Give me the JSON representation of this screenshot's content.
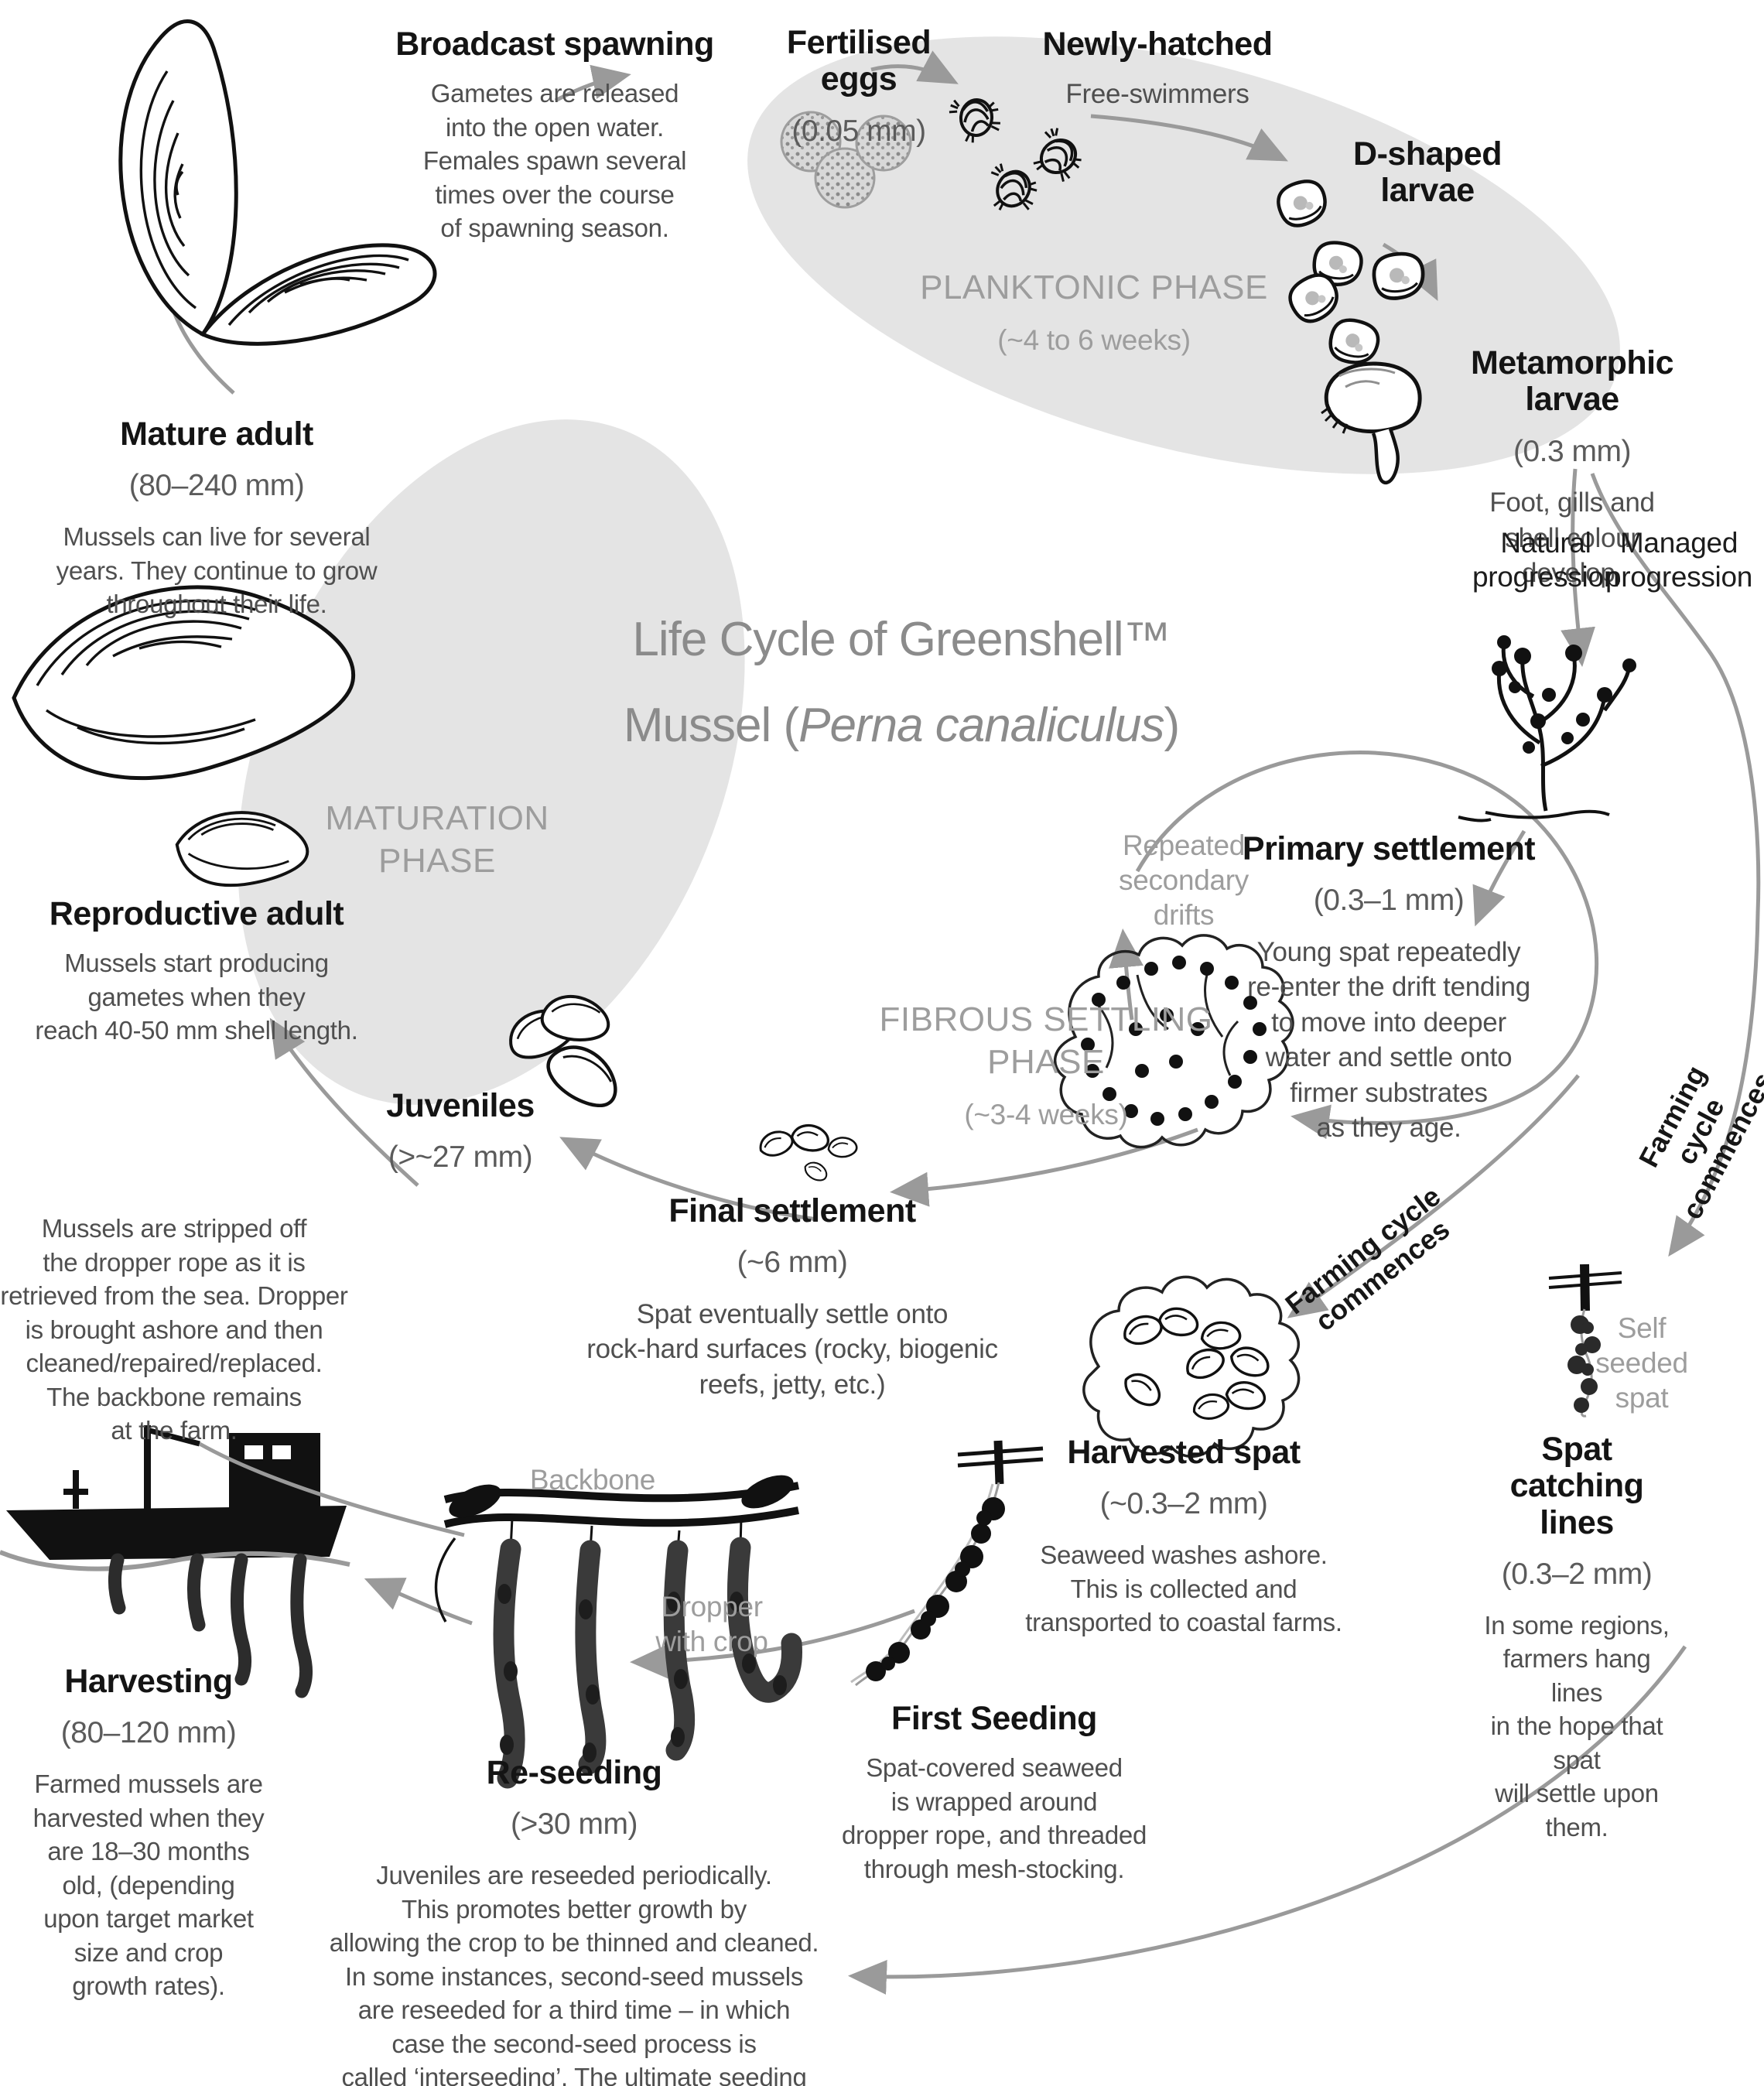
{
  "title": {
    "line1": "Life Cycle of Greenshell™",
    "line2_prefix": "Mussel (",
    "species": "Perna canaliculus",
    "line2_suffix": ")"
  },
  "phases": {
    "planktonic": {
      "label": "PLANKTONIC PHASE",
      "duration": "(~4 to 6 weeks)"
    },
    "maturation": {
      "label": "MATURATION\nPHASE"
    },
    "fibrous_settling": {
      "label": "FIBROUS SETTLING\nPHASE",
      "duration": "(~3-4 weeks)"
    }
  },
  "stages": {
    "broadcast_spawning": {
      "title": "Broadcast spawning",
      "body": "Gametes are released\ninto the open water.\nFemales spawn several\ntimes over the course\nof spawning season."
    },
    "fertilised_eggs": {
      "title": "Fertilised\neggs",
      "size": "(0.05 mm)"
    },
    "newly_hatched": {
      "title": "Newly-hatched",
      "subtitle": "Free-swimmers"
    },
    "d_shaped_larvae": {
      "title": "D-shaped\nlarvae"
    },
    "metamorphic_larvae": {
      "title": "Metamorphic larvae",
      "size": "(0.3 mm)",
      "body": "Foot, gills and\nshell colour develop."
    },
    "mature_adult": {
      "title": "Mature adult",
      "size": "(80–240 mm)",
      "body": "Mussels can live for several\nyears. They continue to grow\nthroughout their life."
    },
    "reproductive_adult": {
      "title": "Reproductive adult",
      "body": "Mussels start producing\ngametes when they\nreach 40-50 mm shell length."
    },
    "juveniles": {
      "title": "Juveniles",
      "size": "(>~27 mm)"
    },
    "primary_settlement": {
      "title": "Primary settlement",
      "size": "(0.3–1 mm)",
      "body": "Young spat repeatedly\nre-enter the drift tending\nto move into deeper\nwater and settle onto\nfirmer substrates\nas they age."
    },
    "final_settlement": {
      "title": "Final settlement",
      "size": "(~6 mm)",
      "body": "Spat eventually settle onto\nrock-hard surfaces (rocky, biogenic\nreefs, jetty, etc.)"
    },
    "harvested_spat": {
      "title": "Harvested spat",
      "size": "(~0.3–2 mm)",
      "body": "Seaweed washes ashore.\nThis is collected and\ntransported to coastal farms."
    },
    "spat_catching_lines": {
      "title": "Spat catching lines",
      "size": "(0.3–2 mm)",
      "body": "In some regions,\nfarmers hang lines\nin the hope that spat\nwill settle upon them."
    },
    "first_seeding": {
      "title": "First Seeding",
      "body": "Spat-covered seaweed\nis wrapped around\ndropper rope, and threaded\nthrough mesh-stocking."
    },
    "re_seeding": {
      "title": "Re-seeding",
      "size": "(>30 mm)",
      "body": "Juveniles are reseeded periodically.\nThis promotes better growth by\nallowing the crop to be thinned and cleaned.\nIn some instances, second-seed mussels\nare reseeded for a third time – in which\ncase the second-seed process is\ncalled ‘interseeding’. The ultimate seeding\nprocess is called ‘final seeding’."
    },
    "harvesting": {
      "title": "Harvesting",
      "size": "(80–120 mm)",
      "body": "Farmed mussels are\nharvested when they\nare 18–30 months\nold, (depending\nupon target market\nsize and crop\ngrowth rates)."
    }
  },
  "annotations": {
    "natural_progression": "Natural\nprogression",
    "managed_progression": "Managed\nprogression",
    "repeated_secondary_drifts": "Repeated\nsecondary\ndrifts",
    "farming_cycle_left": "Farming cycle\ncommences",
    "farming_cycle_right": "Farming cycle\ncommences",
    "self_seeded_spat": "Self\nseeded\nspat",
    "backbone": "Backbone",
    "dropper_with_crop": "Dropper\nwith crop",
    "stripping_note": "Mussels are stripped off\nthe dropper rope as it is\nretrieved from the sea. Dropper\nis brought ashore and then\ncleaned/repaired/replaced.\nThe backbone remains\nat the farm."
  },
  "colors": {
    "heading": "#141414",
    "body_text": "#4f4f4f",
    "phase_text": "#9d9d9d",
    "arrow": "#9a9a9a",
    "blob": "#e4e4e4",
    "ink": "#111111"
  },
  "illustrations": [
    "spawning-mussel",
    "fertilised-eggs",
    "trochophore-swimmers",
    "d-shaped-larvae",
    "metamorphic-larva",
    "settlement-seaweed",
    "fibrous-spat-cluster",
    "juvenile-mussels",
    "mature-mussel",
    "reproductive-mussel",
    "final-spat-group",
    "harvested-spat-seaweed",
    "spat-catching-line",
    "first-seeding-dropper",
    "backbone-droppers",
    "harvest-boat"
  ]
}
